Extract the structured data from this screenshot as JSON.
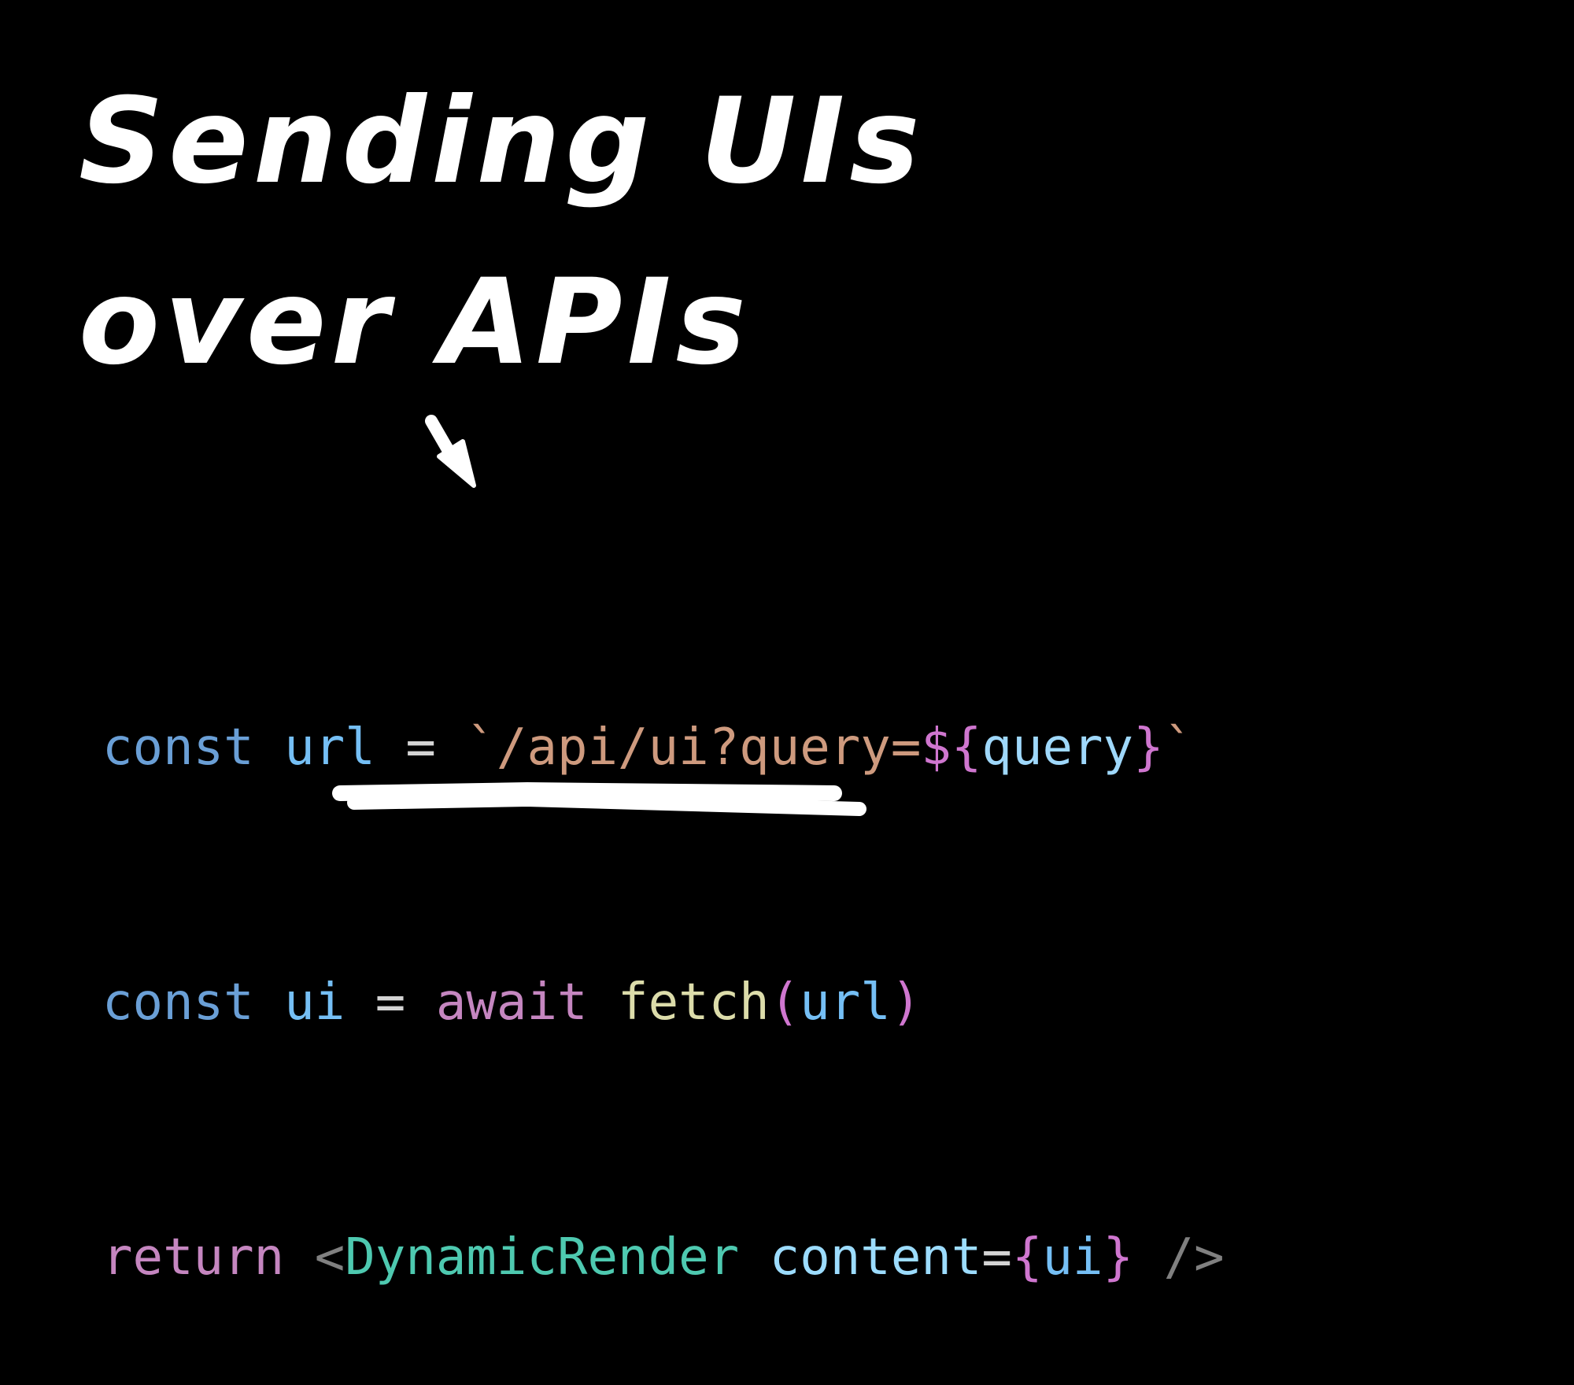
{
  "slide": {
    "title_lines": [
      "Sending UIs",
      "over APIs"
    ],
    "annotation": {
      "arrow": "arrow-down-right-icon",
      "underline_target": "DynamicRender"
    }
  },
  "colors": {
    "background": "#000000",
    "title": "#ffffff",
    "keyword": "#6a9fd6",
    "variable": "#75bff5",
    "operator": "#d4d4d4",
    "string": "#ce9a7e",
    "template_brace": "#cf76cf",
    "template_var": "#9fd8fb",
    "control": "#c586c0",
    "function": "#dcdcaa",
    "component": "#4ec9b0",
    "attribute": "#9cdcfe",
    "tag_punct": "#808080"
  },
  "code": {
    "lines": [
      {
        "tokens": [
          {
            "text": "const",
            "color": "#6a9fd6"
          },
          {
            "text": " "
          },
          {
            "text": "url",
            "color": "#75bff5"
          },
          {
            "text": " "
          },
          {
            "text": "=",
            "color": "#d4d4d4"
          },
          {
            "text": " "
          },
          {
            "text": "`/api/ui?query=",
            "color": "#ce9a7e"
          },
          {
            "text": "${",
            "color": "#cf76cf"
          },
          {
            "text": "query",
            "color": "#9fd8fb"
          },
          {
            "text": "}",
            "color": "#cf76cf"
          },
          {
            "text": "`",
            "color": "#ce9a7e"
          }
        ]
      },
      {
        "tokens": [
          {
            "text": "const",
            "color": "#6a9fd6"
          },
          {
            "text": " "
          },
          {
            "text": "ui",
            "color": "#75bff5"
          },
          {
            "text": " "
          },
          {
            "text": "=",
            "color": "#d4d4d4"
          },
          {
            "text": " "
          },
          {
            "text": "await",
            "color": "#c586c0"
          },
          {
            "text": " "
          },
          {
            "text": "fetch",
            "color": "#dcdcaa"
          },
          {
            "text": "(",
            "color": "#cf76cf"
          },
          {
            "text": "url",
            "color": "#75bff5"
          },
          {
            "text": ")",
            "color": "#cf76cf"
          }
        ]
      },
      {
        "tokens": [
          {
            "text": "return",
            "color": "#c586c0"
          },
          {
            "text": " "
          },
          {
            "text": "<",
            "color": "#808080"
          },
          {
            "text": "DynamicRender",
            "color": "#4ec9b0"
          },
          {
            "text": " "
          },
          {
            "text": "content",
            "color": "#9cdcfe"
          },
          {
            "text": "=",
            "color": "#d4d4d4"
          },
          {
            "text": "{",
            "color": "#cf76cf"
          },
          {
            "text": "ui",
            "color": "#75bff5"
          },
          {
            "text": "}",
            "color": "#cf76cf"
          },
          {
            "text": " "
          },
          {
            "text": "/>",
            "color": "#808080"
          }
        ]
      }
    ]
  }
}
